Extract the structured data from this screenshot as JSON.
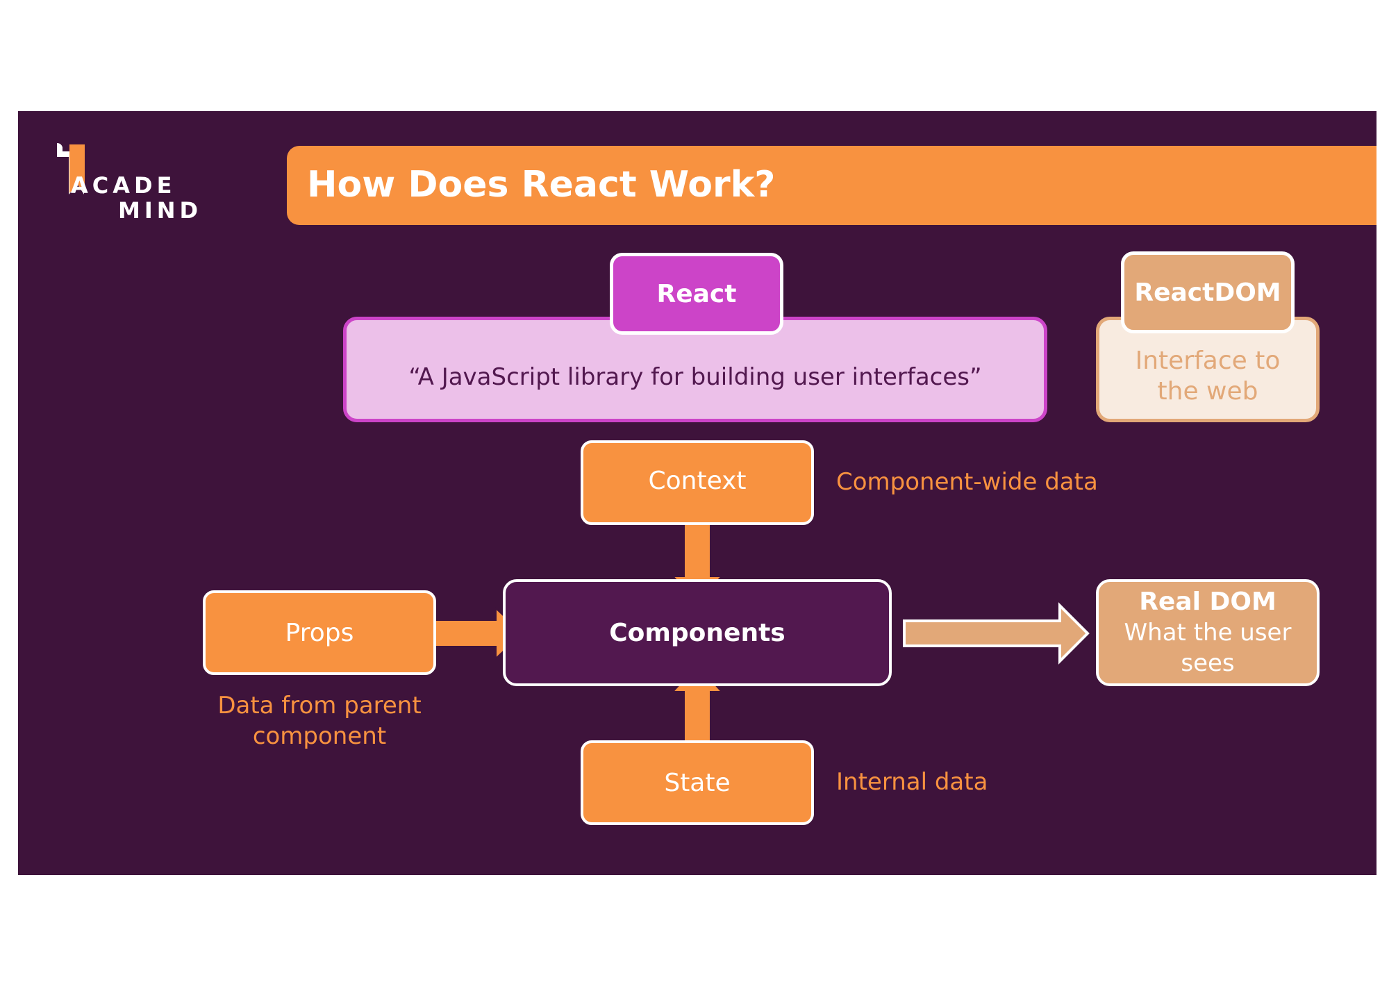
{
  "logo": {
    "line1": "ACADE",
    "line2": "MIND"
  },
  "title": "How Does React Work?",
  "react": {
    "label": "React",
    "description": "“A JavaScript library for building user interfaces”"
  },
  "react_dom": {
    "label": "ReactDOM",
    "description": "Interface to the web"
  },
  "context": {
    "label": "Context",
    "note": "Component-wide data"
  },
  "props": {
    "label": "Props",
    "note": "Data from parent component"
  },
  "components": {
    "label": "Components"
  },
  "state": {
    "label": "State",
    "note": "Internal data"
  },
  "real_dom": {
    "label": "Real DOM",
    "description": "What the user sees"
  },
  "colors": {
    "background": "#3e133b",
    "accent_orange": "#f89240",
    "react_magenta": "#cc44c8",
    "react_light": "#ecc0e9",
    "dom_tan": "#e2a878",
    "dom_cream": "#f8ebe0",
    "components_purple": "#52184f"
  }
}
